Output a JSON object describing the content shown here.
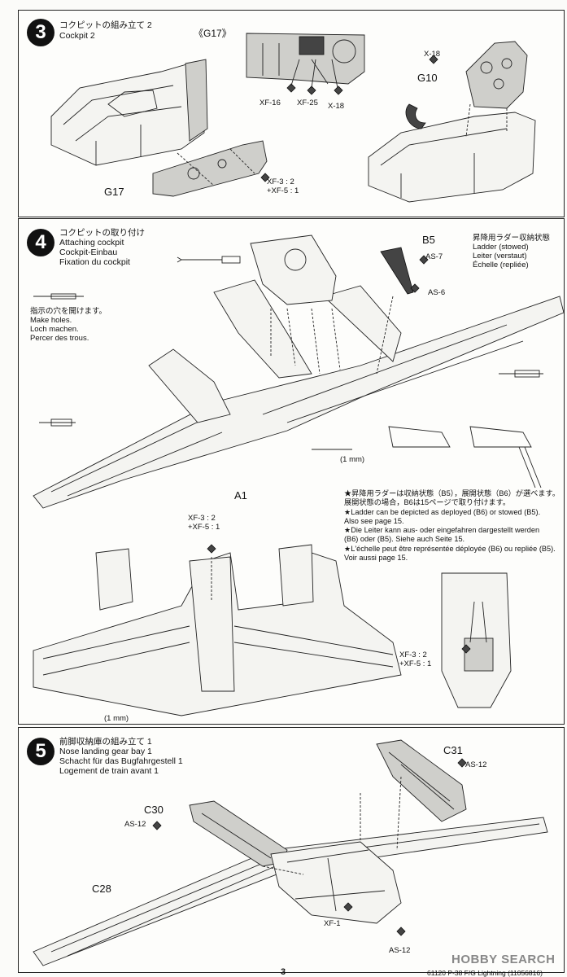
{
  "step3": {
    "number": "3",
    "title_jp": "コクピットの組み立て 2",
    "title_en": "Cockpit 2",
    "ref": "《G17》",
    "labels": {
      "xf16": "XF-16",
      "xf25": "XF-25",
      "x18a": "X-18",
      "x18b": "X-18",
      "g10": "G10",
      "g17": "G17",
      "mix": "XF-3 : 2\n+XF-5 : 1"
    }
  },
  "step4": {
    "number": "4",
    "title_jp": "コクピットの取り付け",
    "title_en": "Attaching cockpit",
    "title_de": "Cockpit-Einbau",
    "title_fr": "Fixation du cockpit",
    "holes": "指示の穴を開けます。\nMake holes.\nLoch machen.\nPercer des trous.",
    "labels": {
      "b5": "B5",
      "as7": "AS-7",
      "as6": "AS-6",
      "a1": "A1",
      "mm1": "(1 mm)",
      "mm2": "(1 mm)",
      "mix1": "XF-3 : 2\n+XF-5 : 1",
      "mix2": "XF-3 : 2\n+XF-5 : 1"
    },
    "ladder_jp": "昇降用ラダー収納状態\nLadder (stowed)\nLeiter (verstaut)\nÉchelle (repliée)",
    "note": "★昇降用ラダーは収納状態（B5），展開状態（B6）が選べます。\n展開状態の場合，B6は15ページで取り付けます。\n★Ladder can be depicted as deployed (B6) or stowed (B5).\nAlso see page 15.\n★Die Leiter kann aus- oder eingefahren dargestellt werden\n(B6) oder (B5). Siehe auch Seite 15.\n★L'échelle peut être représentée déployée (B6) ou repliée (B5).\nVoir aussi page 15."
  },
  "step5": {
    "number": "5",
    "title_jp": "前脚収納庫の組み立て 1",
    "title_en": "Nose landing gear bay 1",
    "title_de": "Schacht für das Bugfahrgestell 1",
    "title_fr": "Logement de train avant 1",
    "labels": {
      "c31": "C31",
      "as12a": "AS-12",
      "c30": "C30",
      "as12b": "AS-12",
      "c28": "C28",
      "xf1": "XF-1",
      "as12c": "AS-12"
    }
  },
  "footer": {
    "page": "3",
    "code": "61120 P-38 F/G Lightning (11056816)",
    "watermark": "HOBBY SEARCH"
  }
}
